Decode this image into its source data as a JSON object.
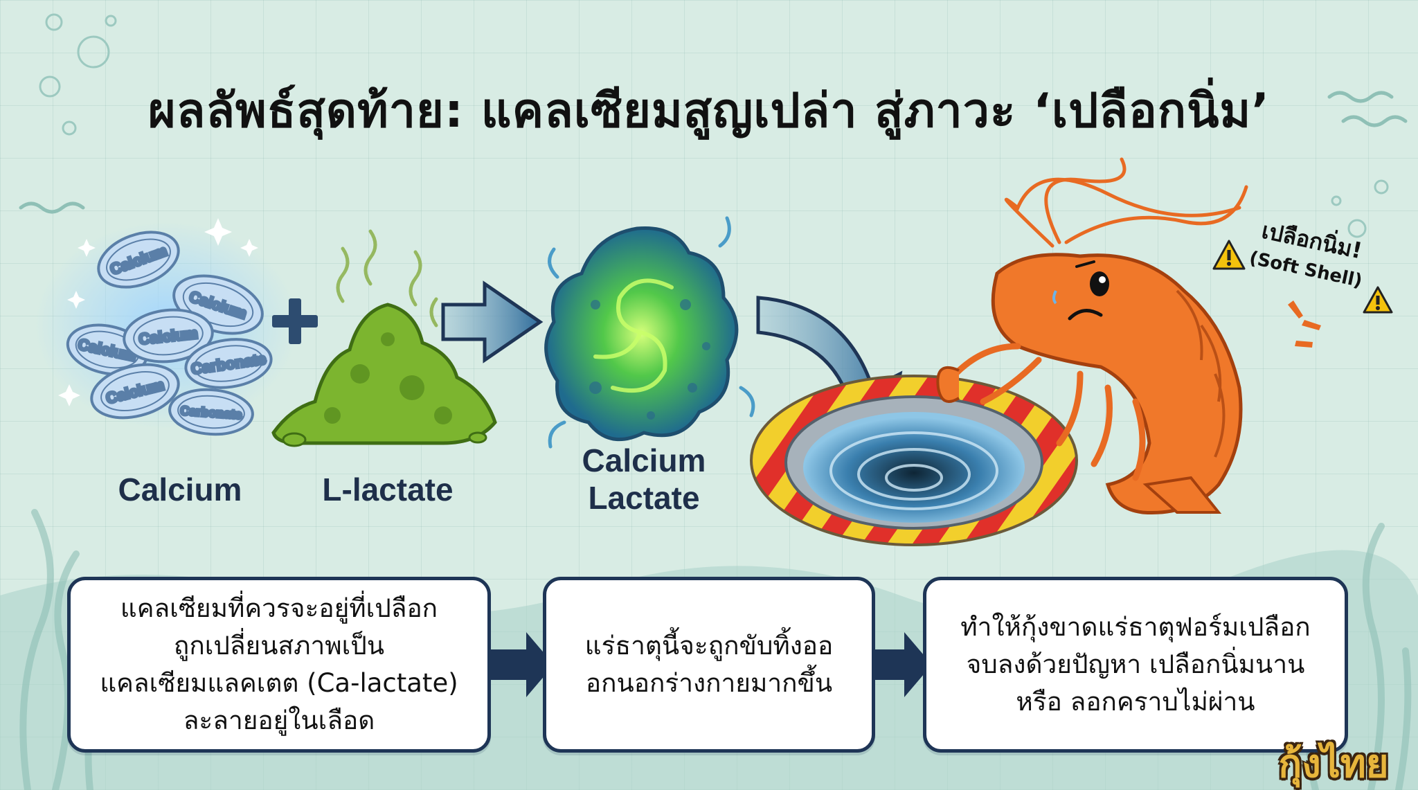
{
  "title": "ผลลัพธ์สุดท้าย: แคลเซียมสูญเปล่า สู่ภาวะ ‘เปลือกนิ่ม’",
  "coins": [
    "Calcium",
    "Calcium",
    "Calcium",
    "Calcium",
    "Calcium",
    "Carbonate",
    "Carbonate"
  ],
  "labels": {
    "calcium": "Calcium",
    "l_lactate": "L-lactate",
    "calcium_lactate_1": "Calcium",
    "calcium_lactate_2": "Lactate"
  },
  "warning": {
    "thai": "เปลือกนิ่ม!",
    "english": "(Soft Shell)"
  },
  "boxes": [
    [
      "แคลเซียมที่ควรจะอยู่ที่เปลือก",
      "ถูกเปลี่ยนสภาพเป็น",
      "แคลเซียมแลคเตต (Ca-lactate)",
      "ละลายอยู่ในเลือด"
    ],
    [
      "แร่ธาตุนี้จะถูกขับทิ้งออ",
      "อกนอกร่างกายมากขึ้น"
    ],
    [
      "ทำให้กุ้งขาดแร่ธาตุฟอร์มเปลือก",
      "จบลงด้วยปัญหา เปลือกนิ่มนาน",
      "หรือ ลอกคราบไม่ผ่าน"
    ]
  ],
  "logo": "กุ้งไทย",
  "colors": {
    "background": "#d8ece4",
    "box_border": "#1e3556",
    "arrow": "#1e3556",
    "shrimp": "#f0782a",
    "slime": "#7cb52f",
    "coin": "#b8d4ef"
  }
}
